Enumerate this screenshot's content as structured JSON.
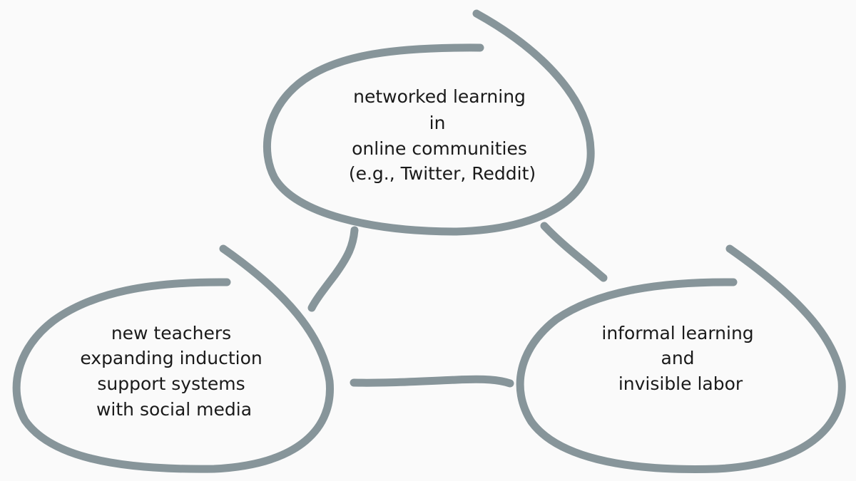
{
  "diagram": {
    "stroke_color": "#87959a",
    "background": "#fafafa",
    "text_color": "#1a1a1a",
    "nodes": [
      {
        "id": "top",
        "lines": [
          "networked learning",
          "in",
          "online communities",
          "(e.g., Twitter, Reddit)"
        ]
      },
      {
        "id": "left",
        "lines": [
          "new teachers",
          "expanding induction",
          "support systems",
          "with social media"
        ]
      },
      {
        "id": "right",
        "lines": [
          "informal learning",
          "and",
          "invisible labor"
        ]
      }
    ],
    "connections": [
      {
        "from": "top",
        "to": "left"
      },
      {
        "from": "top",
        "to": "right"
      },
      {
        "from": "left",
        "to": "right"
      }
    ]
  }
}
